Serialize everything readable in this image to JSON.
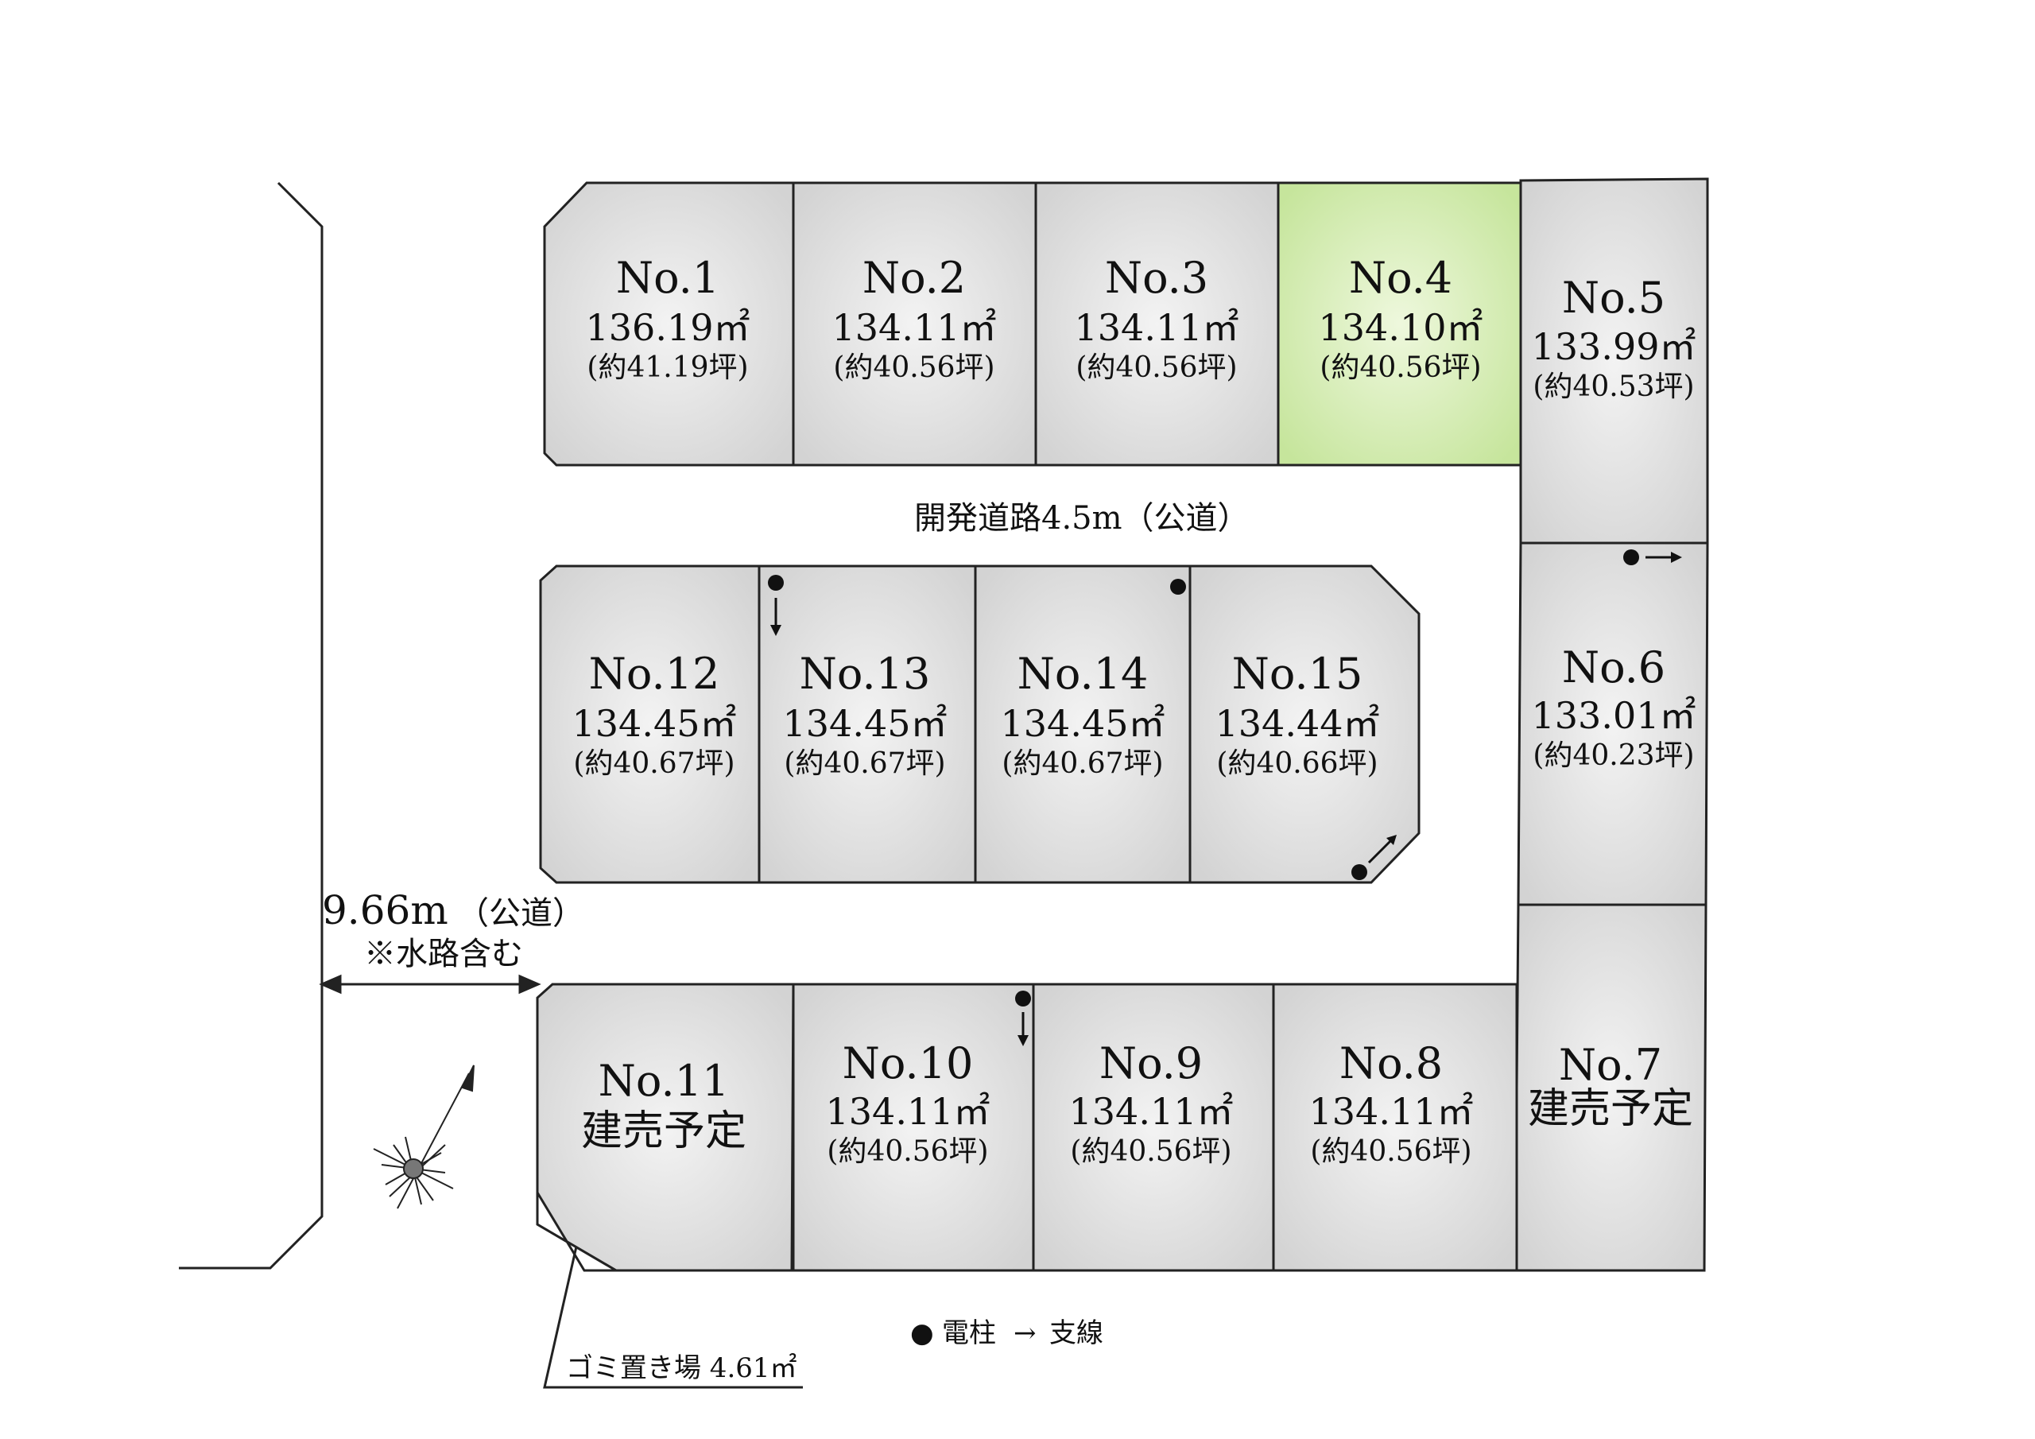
{
  "colors": {
    "lot_fill": "#d6d6d6",
    "lot_center": "#f3f3f3",
    "highlight_fill": "#c8e6a0",
    "highlight_center": "#eef8dd",
    "line": "#222222",
    "pole": "#111111"
  },
  "lots": [
    {
      "id": "lot1",
      "no": "No.1",
      "area": "136.19㎡",
      "tsubo": "(約41.19坪)"
    },
    {
      "id": "lot2",
      "no": "No.2",
      "area": "134.11㎡",
      "tsubo": "(約40.56坪)"
    },
    {
      "id": "lot3",
      "no": "No.3",
      "area": "134.11㎡",
      "tsubo": "(約40.56坪)"
    },
    {
      "id": "lot4",
      "no": "No.4",
      "area": "134.10㎡",
      "tsubo": "(約40.56坪)",
      "highlighted": true
    },
    {
      "id": "lot5",
      "no": "No.5",
      "area": "133.99㎡",
      "tsubo": "(約40.53坪)"
    },
    {
      "id": "lot6",
      "no": "No.6",
      "area": "133.01㎡",
      "tsubo": "(約40.23坪)"
    },
    {
      "id": "lot7",
      "no": "No.7",
      "plan": "建売予定"
    },
    {
      "id": "lot8",
      "no": "No.8",
      "area": "134.11㎡",
      "tsubo": "(約40.56坪)"
    },
    {
      "id": "lot9",
      "no": "No.9",
      "area": "134.11㎡",
      "tsubo": "(約40.56坪)"
    },
    {
      "id": "lot10",
      "no": "No.10",
      "area": "134.11㎡",
      "tsubo": "(約40.56坪)"
    },
    {
      "id": "lot11",
      "no": "No.11",
      "plan": "建売予定"
    },
    {
      "id": "lot12",
      "no": "No.12",
      "area": "134.45㎡",
      "tsubo": "(約40.67坪)"
    },
    {
      "id": "lot13",
      "no": "No.13",
      "area": "134.45㎡",
      "tsubo": "(約40.67坪)"
    },
    {
      "id": "lot14",
      "no": "No.14",
      "area": "134.45㎡",
      "tsubo": "(約40.67坪)"
    },
    {
      "id": "lot15",
      "no": "No.15",
      "area": "134.44㎡",
      "tsubo": "(約40.66坪)"
    }
  ],
  "roads": {
    "dev_road": "開発道路4.5m（公道）",
    "public_road_width": "9.66m",
    "public_road_kind": "（公道）",
    "public_road_note": "※水路含む"
  },
  "garbage": "ゴミ置き場 4.61㎡",
  "legend": {
    "pole_symbol": "●",
    "pole_label": "電柱",
    "stay_symbol": "→",
    "stay_label": "支線"
  }
}
